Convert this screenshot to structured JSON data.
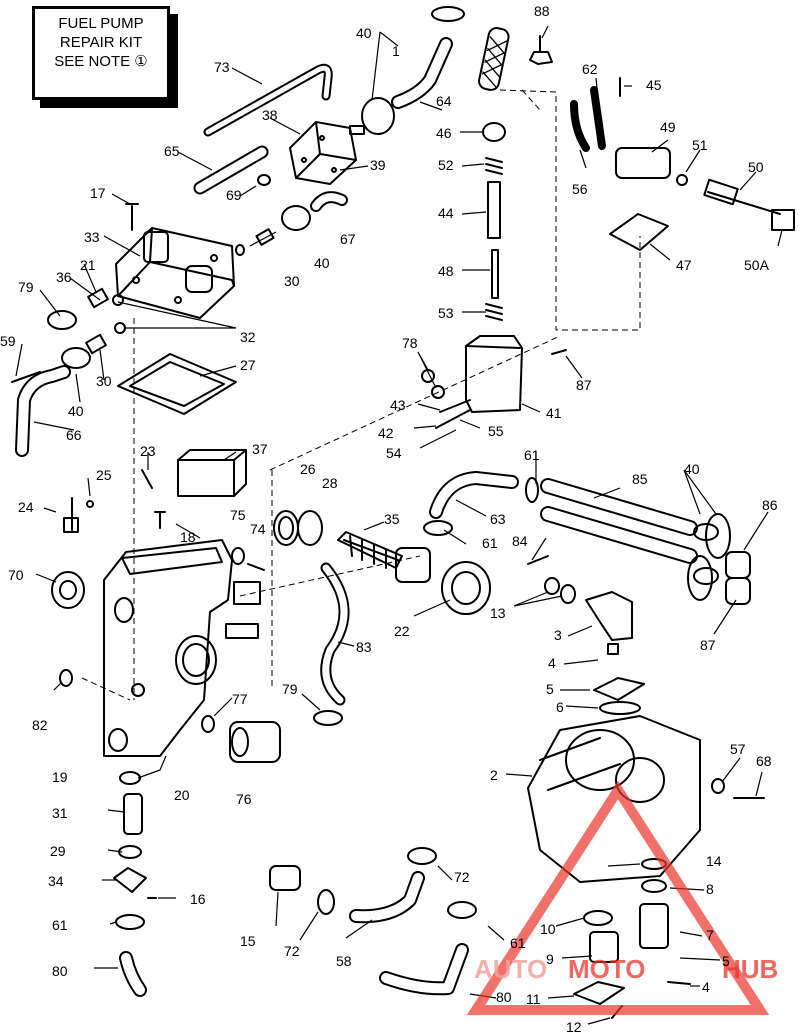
{
  "note": {
    "line1": "FUEL PUMP",
    "line2": "REPAIR KIT",
    "line3": "SEE NOTE ①"
  },
  "labels": {
    "l1": "1",
    "l2": "2",
    "l3": "3",
    "l4a": "4",
    "l4b": "4",
    "l5a": "5",
    "l5b": "5",
    "l6": "6",
    "l7": "7",
    "l8": "8",
    "l9": "9",
    "l10": "10",
    "l11": "11",
    "l12": "12",
    "l13": "13",
    "l14": "14",
    "l15": "15",
    "l16": "16",
    "l17": "17",
    "l18": "18",
    "l19": "19",
    "l20": "20",
    "l21": "21",
    "l22": "22",
    "l23": "23",
    "l24": "24",
    "l25": "25",
    "l26": "26",
    "l27": "27",
    "l28": "28",
    "l29": "29",
    "l30a": "30",
    "l30b": "30",
    "l31": "31",
    "l32": "32",
    "l33": "33",
    "l34": "34",
    "l35": "35",
    "l36": "36",
    "l37": "37",
    "l38": "38",
    "l39": "39",
    "l40a": "40",
    "l40b": "40",
    "l40c": "40",
    "l40d": "40",
    "l41": "41",
    "l42": "42",
    "l43": "43",
    "l44": "44",
    "l45": "45",
    "l46": "46",
    "l47": "47",
    "l48": "48",
    "l49": "49",
    "l50": "50",
    "l50A": "50A",
    "l51": "51",
    "l52": "52",
    "l53": "53",
    "l54": "54",
    "l55": "55",
    "l56": "56",
    "l57": "57",
    "l58": "58",
    "l59": "59",
    "l61a": "61",
    "l61b": "61",
    "l61c": "61",
    "l61d": "61",
    "l62": "62",
    "l63": "63",
    "l64": "64",
    "l65": "65",
    "l66": "66",
    "l67": "67",
    "l68": "68",
    "l69": "69",
    "l70": "70",
    "l72a": "72",
    "l72b": "72",
    "l73": "73",
    "l74": "74",
    "l75": "75",
    "l76": "76",
    "l77": "77",
    "l78": "78",
    "l79a": "79",
    "l79b": "79",
    "l80a": "80",
    "l80b": "80",
    "l82": "82",
    "l83": "83",
    "l84": "84",
    "l85": "85",
    "l86": "86",
    "l87a": "87",
    "l87b": "87",
    "l88": "88"
  },
  "watermark": {
    "text1": "AUTO",
    "text2": "MOTO",
    "text3": "HUB",
    "color_main": "#e8342b",
    "color_light": "#f0a29c"
  }
}
